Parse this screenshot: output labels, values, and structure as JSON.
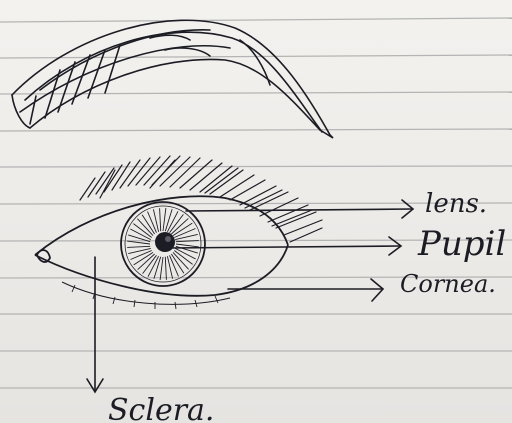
{
  "labels": {
    "lens": "lens.",
    "pupil": "Pupil",
    "cornea": "Cornea.",
    "sclera": "Sclera."
  },
  "colors": {
    "ink": "#1c1c24",
    "rule": "#b4b4b4",
    "paper": "#ecebe8"
  }
}
